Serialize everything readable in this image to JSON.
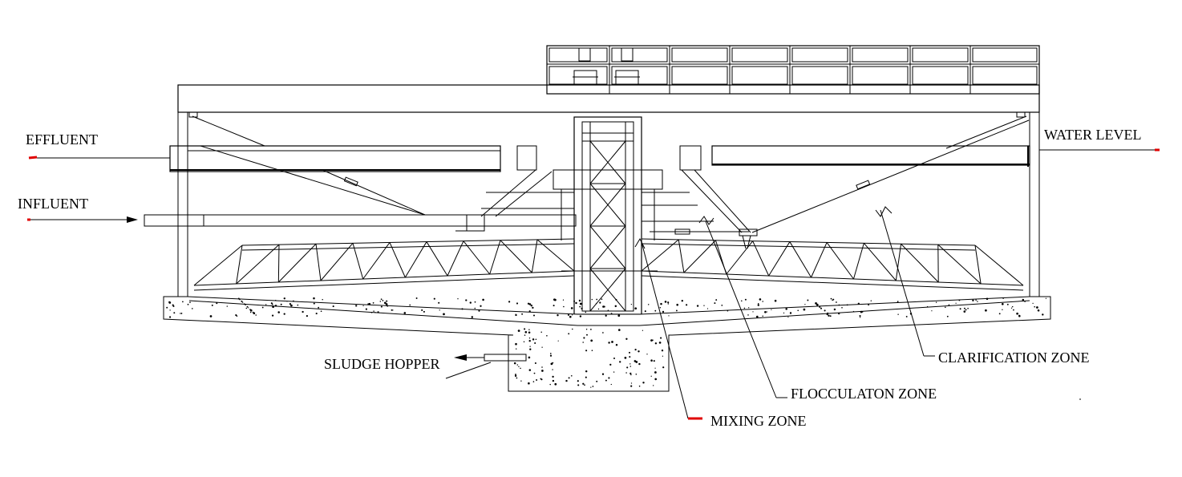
{
  "labels": {
    "effluent": "EFFLUENT",
    "influent": "INFLUENT",
    "water_level": "WATER LEVEL",
    "sludge_hopper": "SLUDGE HOPPER",
    "clarification_zone": "CLARIFICATION ZONE",
    "flocculation_zone": "FLOCCULATON ZONE",
    "mixing_zone": "MIXING ZONE"
  },
  "colors": {
    "line": "#000000",
    "marker": "#e00000",
    "background": "#ffffff"
  }
}
